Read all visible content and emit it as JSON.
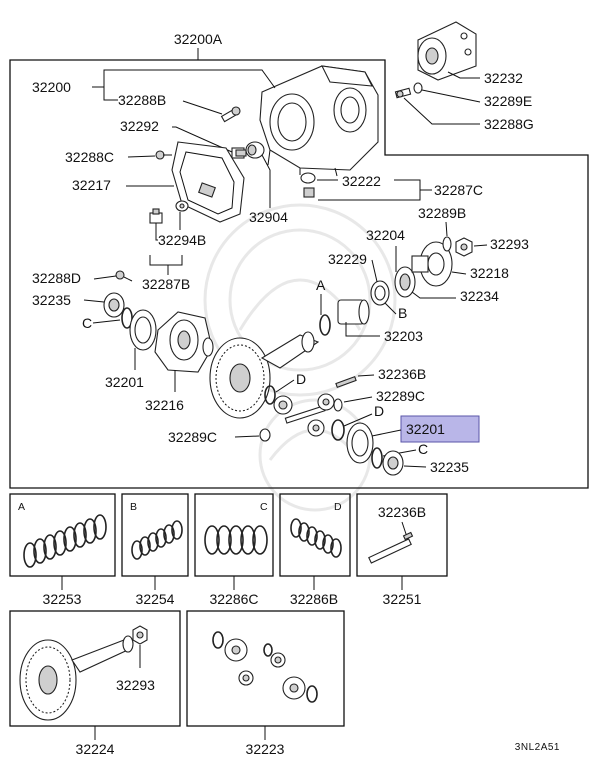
{
  "diagram": {
    "assembly_label": "32200A",
    "code": "3NL2A51",
    "highlight_color": "#b9b6e8",
    "labels": {
      "p32200": "32200",
      "p32288B": "32288B",
      "p32292": "32292",
      "p32288C": "32288C",
      "p32217": "32217",
      "p32904": "32904",
      "p32294B": "32294B",
      "p32287B": "32287B",
      "p32288D": "32288D",
      "p32235a": "32235",
      "p32201a": "32201",
      "p32216": "32216",
      "p32289Ca": "32289C",
      "p32232": "32232",
      "p32289E": "32289E",
      "p32288G": "32288G",
      "p32222": "32222",
      "p32287C": "32287C",
      "p32289B": "32289B",
      "p32293a": "32293",
      "p32204": "32204",
      "p32229": "32229",
      "p32218": "32218",
      "p32234": "32234",
      "p32203": "32203",
      "p32236Ba": "32236B",
      "p32289Cb": "32289C",
      "p32201b": "32201",
      "p32235b": "32235",
      "mA": "A",
      "mB": "B",
      "mC1": "C",
      "mC2": "C",
      "mD1": "D",
      "mD2": "D"
    },
    "kits": {
      "A": "A",
      "B": "B",
      "C": "C",
      "D": "D",
      "p32253": "32253",
      "p32254": "32254",
      "p32286C": "32286C",
      "p32286B": "32286B",
      "p32236B": "32236B",
      "p32251": "32251",
      "p32293": "32293",
      "p32224": "32224",
      "p32223": "32223"
    }
  }
}
